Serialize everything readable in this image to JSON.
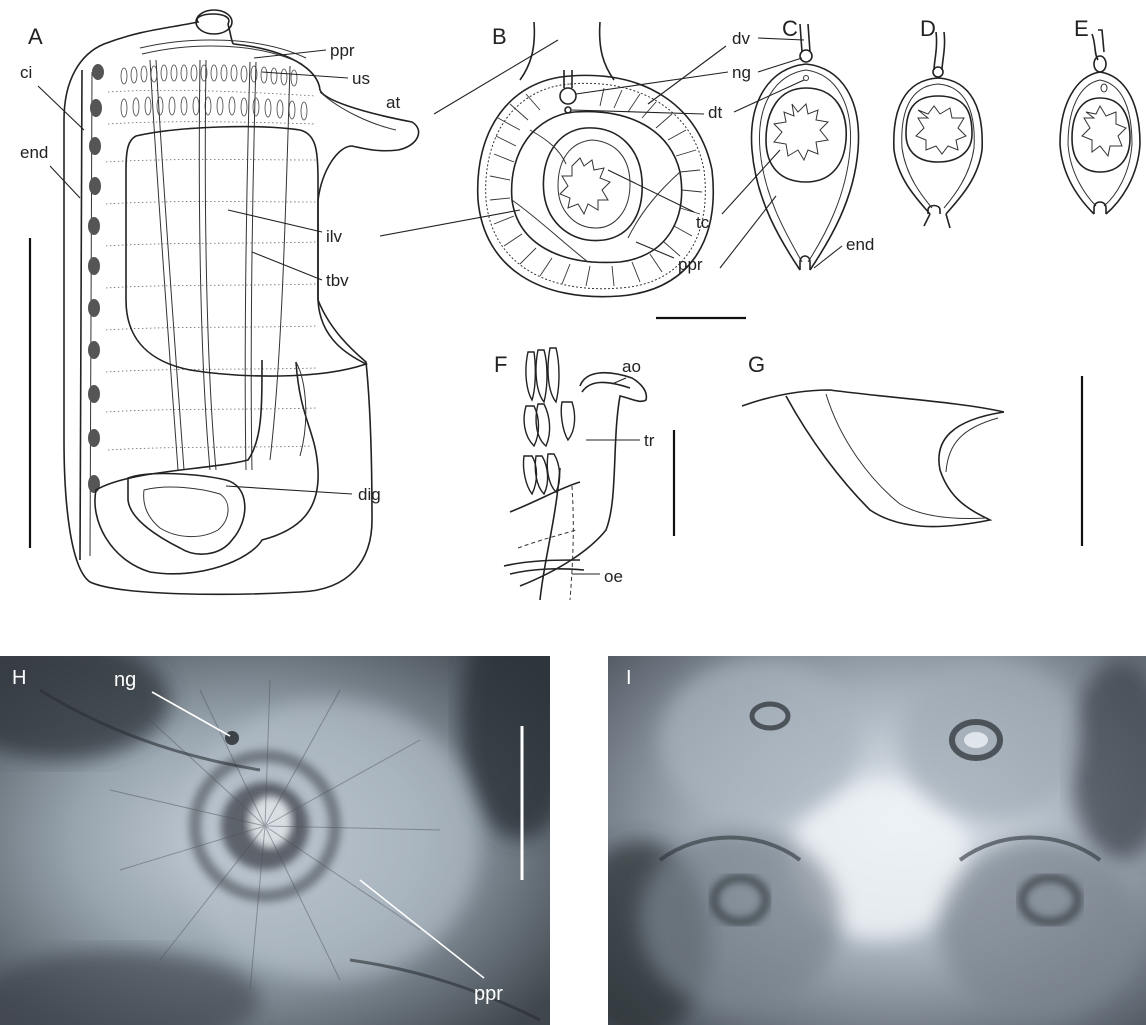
{
  "panels": {
    "A": {
      "letter": "A",
      "labels": {
        "ppr": "ppr",
        "us": "us",
        "at": "at",
        "ci": "ci",
        "end": "end",
        "ilv": "ilv",
        "tbv": "tbv",
        "dig": "dig"
      }
    },
    "B": {
      "letter": "B"
    },
    "C": {
      "letter": "C",
      "labels": {
        "dv": "dv",
        "ng": "ng",
        "dt": "dt",
        "tc": "tc",
        "end": "end",
        "ppr": "ppr"
      }
    },
    "D": {
      "letter": "D"
    },
    "E": {
      "letter": "E"
    },
    "F": {
      "letter": "F",
      "labels": {
        "ao": "ao",
        "tr": "tr",
        "oe": "oe"
      }
    },
    "G": {
      "letter": "G"
    },
    "H": {
      "letter": "H",
      "labels": {
        "ng": "ng",
        "ppr": "ppr"
      }
    },
    "I": {
      "letter": "I"
    }
  },
  "colors": {
    "ink": "#222222",
    "zooid_spot": "#555555",
    "photo_H_base": "#8e99a3",
    "photo_I_base": "#9aa3ae"
  }
}
